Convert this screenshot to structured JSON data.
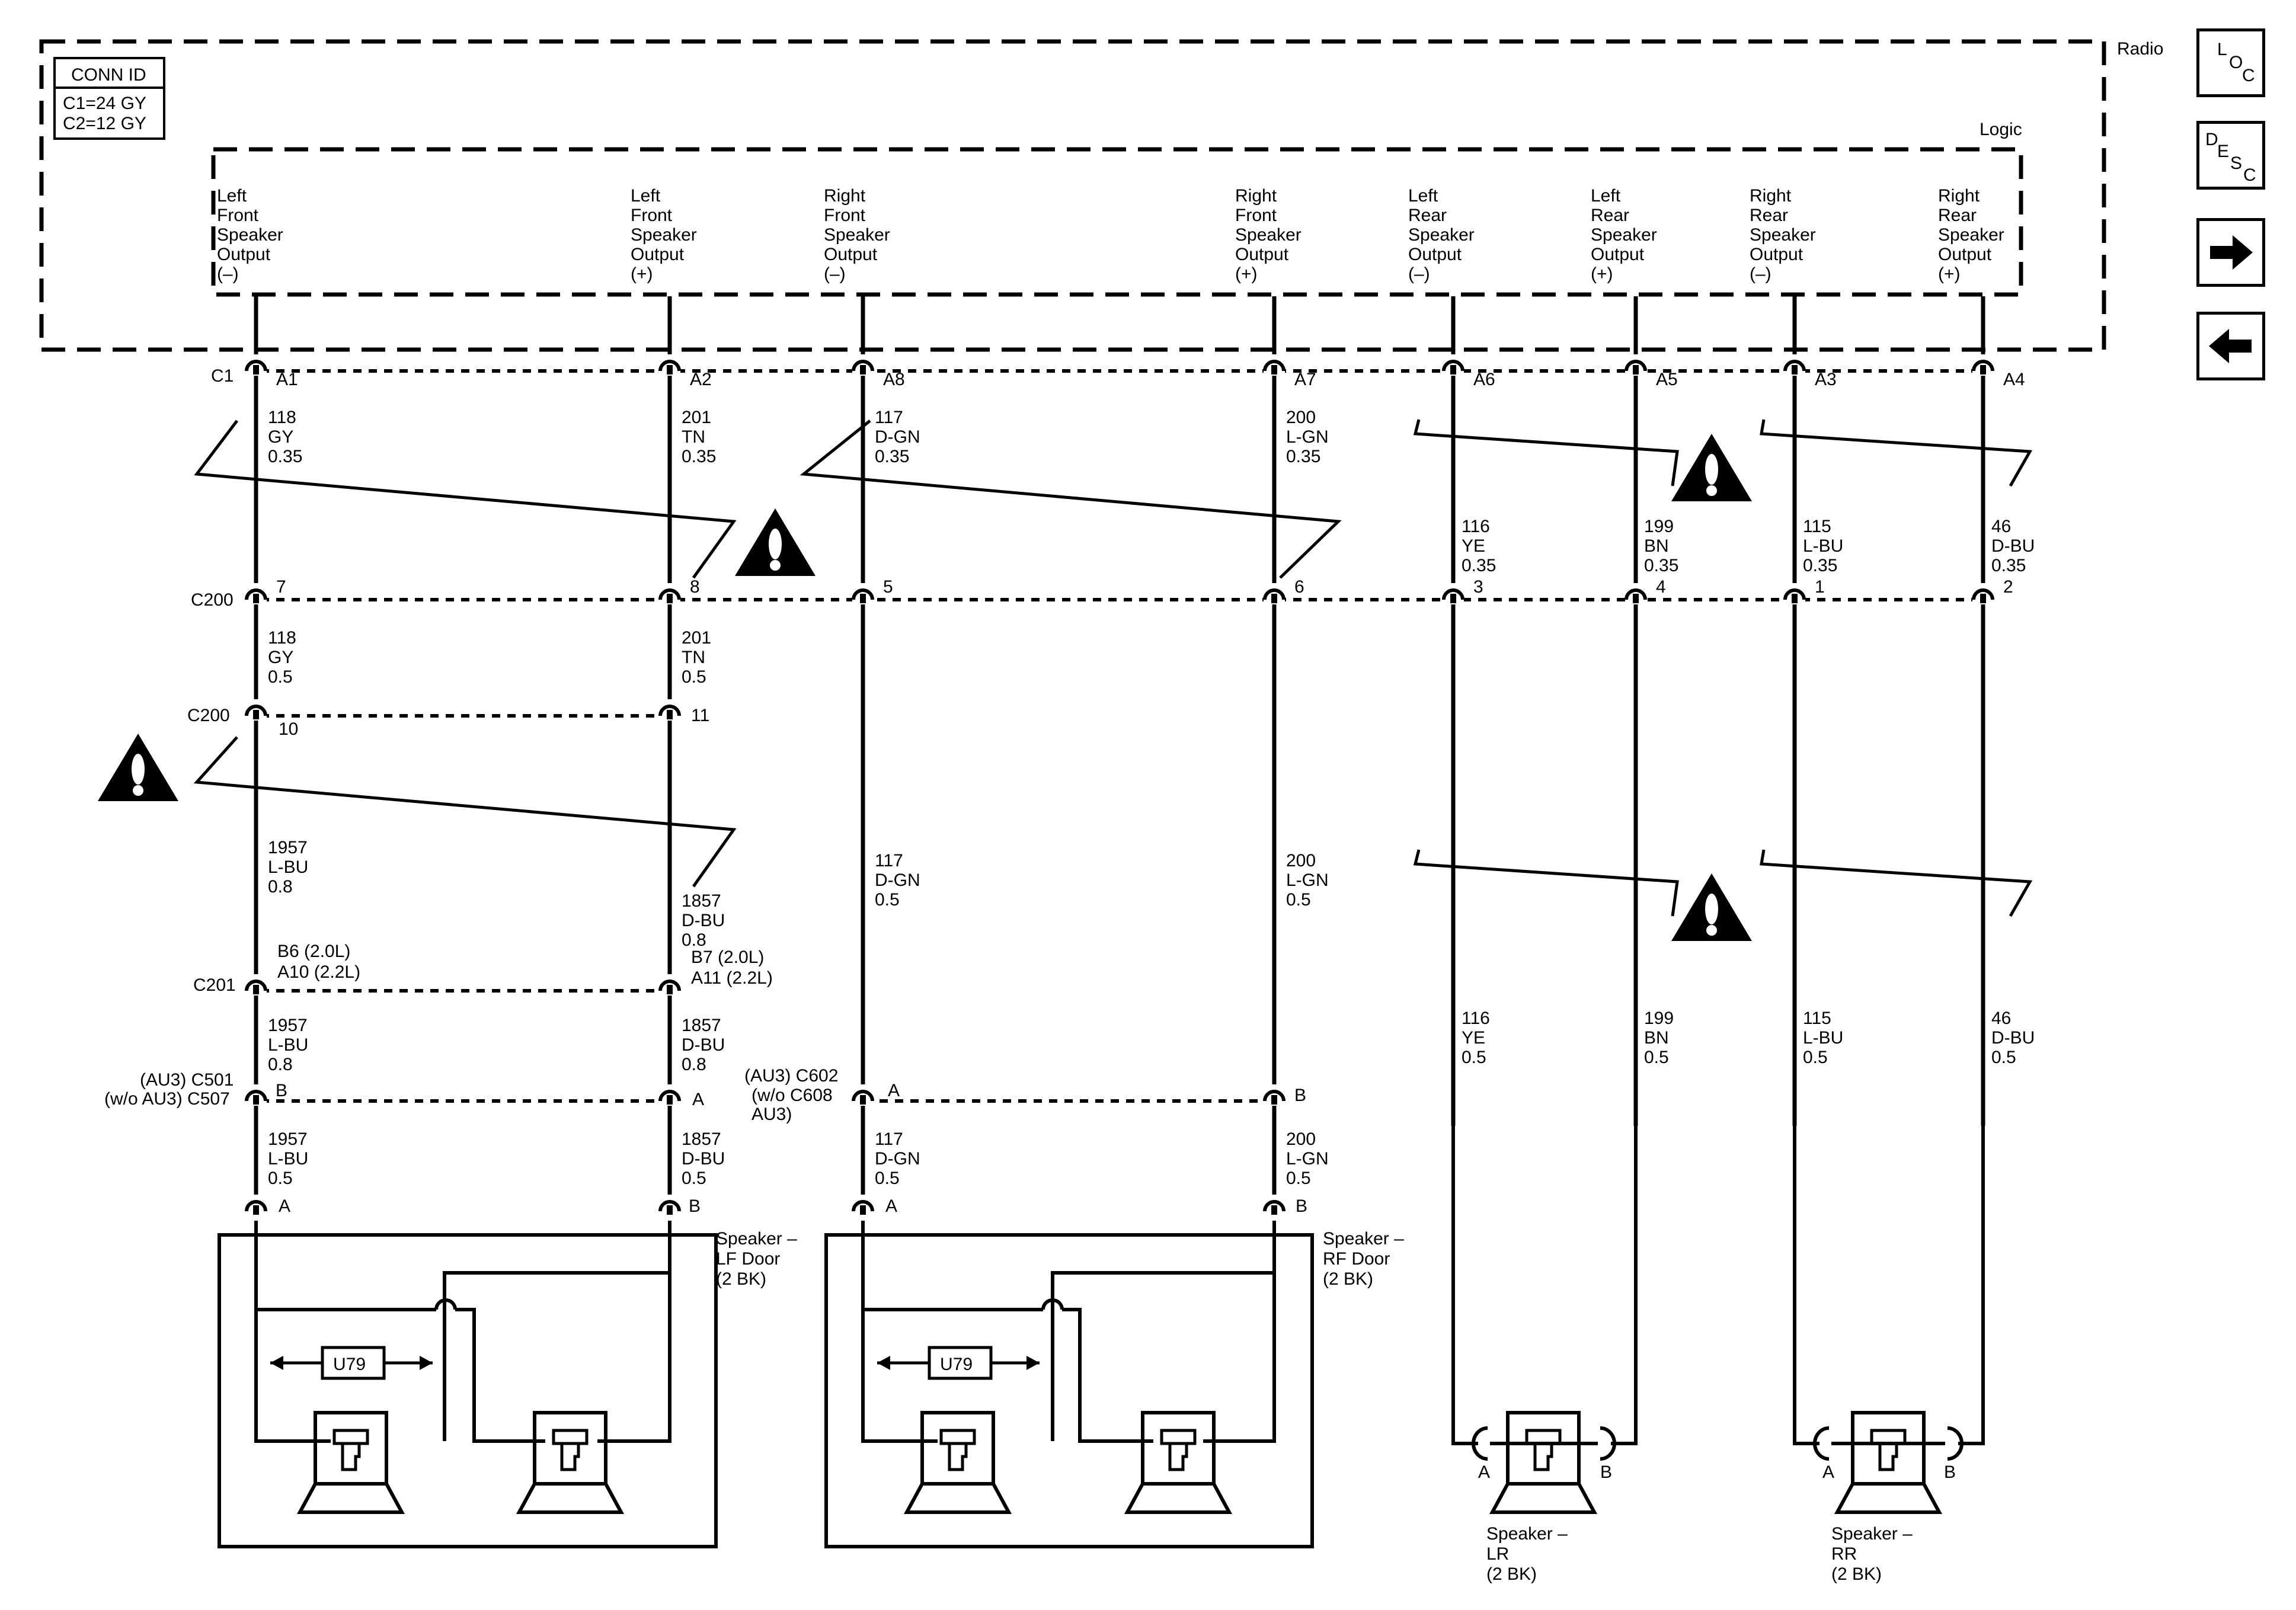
{
  "conn_id": {
    "title": "CONN ID",
    "lines": [
      "C1=24 GY",
      "C2=12 GY"
    ]
  },
  "radio_label": "Radio",
  "logic_label": "Logic",
  "outputs": [
    {
      "lines": [
        "Left",
        "Front",
        "Speaker",
        "Output",
        "(–)"
      ]
    },
    {
      "lines": [
        "Left",
        "Front",
        "Speaker",
        "Output",
        "(+)"
      ]
    },
    {
      "lines": [
        "Right",
        "Front",
        "Speaker",
        "Output",
        "(–)"
      ]
    },
    {
      "lines": [
        "Right",
        "Front",
        "Speaker",
        "Output",
        "(+)"
      ]
    },
    {
      "lines": [
        "Left",
        "Rear",
        "Speaker",
        "Output",
        "(–)"
      ]
    },
    {
      "lines": [
        "Left",
        "Rear",
        "Speaker",
        "Output",
        "(+)"
      ]
    },
    {
      "lines": [
        "Right",
        "Rear",
        "Speaker",
        "Output",
        "(–)"
      ]
    },
    {
      "lines": [
        "Right",
        "Rear",
        "Speaker",
        "Output",
        "(+)"
      ]
    }
  ],
  "connectors": {
    "c1": "C1",
    "c1_pins": [
      "A1",
      "A2",
      "A8",
      "A7",
      "A6",
      "A5",
      "A3",
      "A4"
    ],
    "c200": "C200",
    "c200_pins": [
      "7",
      "8",
      "5",
      "6",
      "3",
      "4",
      "1",
      "2"
    ],
    "c200b": "C200",
    "c200b_pins": [
      "10",
      "11"
    ],
    "c201": "C201",
    "c201_pin_a": [
      "B6 (2.0L)",
      "A10 (2.2L)"
    ],
    "c201_pin_b": [
      "B7 (2.0L)",
      "A11 (2.2L)"
    ],
    "c501": [
      "(AU3) C501",
      "(w/o AU3) C507"
    ],
    "c501_pins": [
      "B",
      "A"
    ],
    "c602": [
      "(AU3) C602",
      "(w/o  C608",
      "AU3)"
    ],
    "c602_pins": [
      "A",
      "B"
    ],
    "speaker_pins": [
      "A",
      "B",
      "A",
      "B"
    ],
    "rear_pins": [
      "A",
      "B",
      "A",
      "B"
    ]
  },
  "wires_top": [
    [
      "118",
      "GY",
      "0.35"
    ],
    [
      "201",
      "TN",
      "0.35"
    ],
    [
      "117",
      "D-GN",
      "0.35"
    ],
    [
      "200",
      "L-GN",
      "0.35"
    ],
    [
      "116",
      "YE",
      "0.35"
    ],
    [
      "199",
      "BN",
      "0.35"
    ],
    [
      "115",
      "L-BU",
      "0.35"
    ],
    [
      "46",
      "D-BU",
      "0.35"
    ]
  ],
  "wires_c200": [
    [
      "118",
      "GY",
      "0.5"
    ],
    [
      "201",
      "TN",
      "0.5"
    ]
  ],
  "wires_mid": [
    [
      "1957",
      "L-BU",
      "0.8"
    ],
    [
      "1857",
      "D-BU",
      "0.8"
    ],
    [
      "117",
      "D-GN",
      "0.5"
    ],
    [
      "200",
      "L-GN",
      "0.5"
    ]
  ],
  "wires_c201": [
    [
      "1957",
      "L-BU",
      "0.8"
    ],
    [
      "1857",
      "D-BU",
      "0.8"
    ]
  ],
  "wires_rear": [
    [
      "116",
      "YE",
      "0.5"
    ],
    [
      "199",
      "BN",
      "0.5"
    ],
    [
      "115",
      "L-BU",
      "0.5"
    ],
    [
      "46",
      "D-BU",
      "0.5"
    ]
  ],
  "wires_bottom": [
    [
      "1957",
      "L-BU",
      "0.5"
    ],
    [
      "1857",
      "D-BU",
      "0.5"
    ],
    [
      "117",
      "D-GN",
      "0.5"
    ],
    [
      "200",
      "L-GN",
      "0.5"
    ]
  ],
  "speakers": {
    "lf": [
      "Speaker –",
      "LF Door",
      "(2 BK)"
    ],
    "rf": [
      "Speaker –",
      "RF Door",
      "(2 BK)"
    ],
    "lr": [
      "Speaker –",
      "LR",
      "(2 BK)"
    ],
    "rr": [
      "Speaker –",
      "RR",
      "(2 BK)"
    ],
    "u79": "U79"
  },
  "nav": {
    "loc": [
      "L",
      "O",
      "C"
    ],
    "desc": [
      "D",
      "E",
      "S",
      "C"
    ]
  }
}
